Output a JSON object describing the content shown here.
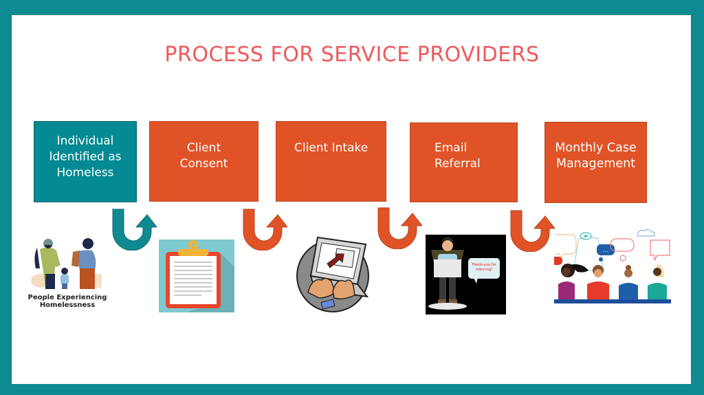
{
  "slide": {
    "title": "PROCESS FOR SERVICE PROVIDERS",
    "colors": {
      "frame": "#0e8a90",
      "title": "#f0595a",
      "step_first": "#038a92",
      "step_other": "#e05326",
      "arrow_teal": "#0e8a90",
      "arrow_orange": "#e05326"
    },
    "steps": [
      {
        "label": "Individual Identified as Homeless",
        "lines": [
          "Individual",
          "Identified as",
          "Homeless"
        ],
        "illustration": "people-experiencing-homelessness-illustration",
        "caption": [
          "People Experiencing",
          "Homelessness"
        ]
      },
      {
        "label": "Client Consent",
        "lines": [
          "Client",
          "Consent"
        ],
        "illustration": "clipboard-illustration"
      },
      {
        "label": "Client Intake",
        "lines": [
          "Client Intake"
        ],
        "illustration": "laptop-typing-illustration"
      },
      {
        "label": "Email Referral",
        "lines": [
          "Email",
          "Referral"
        ],
        "illustration": "man-with-laptop-illustration",
        "speech_bubble": "Thank you for referring!"
      },
      {
        "label": "Monthly Case Management",
        "lines": [
          "Monthly Case",
          "Management"
        ],
        "illustration": "group-conversation-illustration"
      }
    ],
    "arrows": [
      "u-turn-arrow-teal",
      "u-turn-arrow-orange",
      "u-turn-arrow-orange",
      "u-turn-arrow-orange"
    ]
  }
}
